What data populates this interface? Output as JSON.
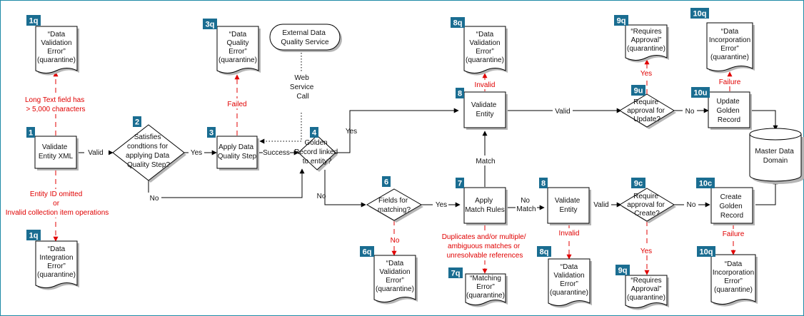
{
  "colors": {
    "badge": "#1a6d91",
    "failure": "#e00000",
    "line": "#000000",
    "shadow": "#b5b5b5"
  },
  "badges": {
    "b1q_top": "1q",
    "b1": "1",
    "b1q_bottom": "1q",
    "b2": "2",
    "b3q": "3q",
    "b3": "3",
    "b4": "4",
    "b6": "6",
    "b6q": "6q",
    "b7": "7",
    "b7q": "7q",
    "b8q_top": "8q",
    "b8_top": "8",
    "b8_bottom": "8",
    "b8q_bottom": "8q",
    "b9q_top": "9q",
    "b9u": "9u",
    "b9c": "9c",
    "b9q_bottom": "9q",
    "b10q_top": "10q",
    "b10u": "10u",
    "b10c": "10c",
    "b10q_bottom": "10q"
  },
  "process": {
    "validate_xml": [
      "Validate",
      "Entity XML"
    ],
    "apply_dq_step": [
      "Apply Data",
      "Quality Step"
    ],
    "validate_entity_top": [
      "Validate",
      "Entity"
    ],
    "apply_match_rules": [
      "Apply",
      "Match Rules"
    ],
    "validate_entity_bottom": [
      "Validate",
      "Entity"
    ],
    "update_golden": [
      "Update",
      "Golden",
      "Record"
    ],
    "create_golden": [
      "Create",
      "Golden",
      "Record"
    ]
  },
  "decisions": {
    "satisfies": [
      "Satisfies",
      "condtions for",
      "applying Data",
      "Quality Step?"
    ],
    "golden_linked": [
      "Golden",
      "Record linked",
      "to entity?"
    ],
    "fields_matching": [
      "Fields for",
      "matching?"
    ],
    "approval_update": [
      "Require",
      "approval for",
      "Update?"
    ],
    "approval_create": [
      "Require",
      "approval for",
      "Create?"
    ]
  },
  "terminator": [
    "External Data",
    "Quality Service"
  ],
  "database": [
    "Master Data",
    "Domain"
  ],
  "documents": {
    "d1q_top": [
      "“Data",
      "Validation",
      "Error”",
      "(quarantine)"
    ],
    "d1q_bottom": [
      "“Data",
      "Integration",
      "Error”",
      "(quarantine)"
    ],
    "d3q": [
      "“Data",
      "Quality",
      "Error”",
      "(quarantine)"
    ],
    "d8q_top": [
      "“Data",
      "Validation",
      "Error”",
      "(quarantine)"
    ],
    "d9q_top": [
      "“Requires",
      "Approval”",
      "(quarantine)"
    ],
    "d10q_top": [
      "“Data",
      "Incorporation",
      "Error”",
      "(quarantine)"
    ],
    "d6q": [
      "“Data",
      "Validation",
      "Error”",
      "(quarantine)"
    ],
    "d7q": [
      "“Matching",
      "Error”",
      "(quarantine)"
    ],
    "d8q_bottom": [
      "“Data",
      "Validation",
      "Error”",
      "(quarantine)"
    ],
    "d9q_bottom": [
      "“Requires",
      "Approval”",
      "(quarantine)"
    ],
    "d10q_bottom": [
      "“Data",
      "Incorporation",
      "Error”",
      "(quarantine)"
    ]
  },
  "labels": {
    "long_text": [
      "Long Text field has",
      "> 5,000 characters"
    ],
    "entity_id": [
      "Entity ID omitted",
      "or",
      "Invalid collection item operations"
    ],
    "valid_1": "Valid",
    "yes_2": "Yes",
    "no_2": "No",
    "failed_3": "Failed",
    "success_3": "Success",
    "web_service": [
      "Web",
      "Service",
      "Call"
    ],
    "yes_4": "Yes",
    "no_4": "No",
    "match": "Match",
    "invalid_8_top": "Invalid",
    "valid_8_top": "Valid",
    "no_9u": "No",
    "yes_9u": "Yes",
    "failure_10u": "Failure",
    "yes_6": "Yes",
    "no_6": "No",
    "no_match": [
      "No",
      "Match"
    ],
    "duplicates": [
      "Duplicates and/or multiple/",
      "ambiguous matches or",
      "unresolvable references"
    ],
    "invalid_8_bottom": "Invalid",
    "valid_8_bottom": "Valid",
    "no_9c": "No",
    "yes_9c": "Yes",
    "failure_10c": "Failure"
  }
}
